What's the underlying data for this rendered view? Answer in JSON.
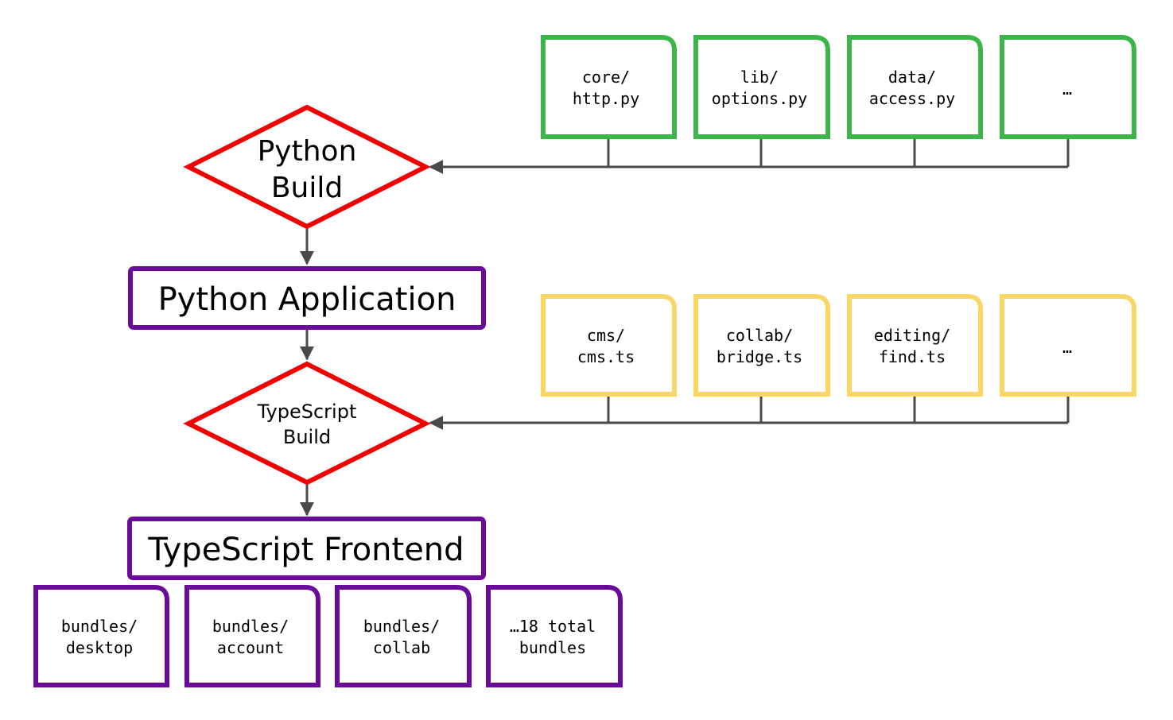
{
  "colors": {
    "python_files": "#3cb54a",
    "typescript_files": "#fad664",
    "build_step": "#f20000",
    "output": "#6a0a9b",
    "connector": "#4a4a4a"
  },
  "python_build": {
    "line1": "Python",
    "line2": "Build"
  },
  "python_application": {
    "label": "Python Application"
  },
  "typescript_build": {
    "line1": "TypeScript",
    "line2": "Build"
  },
  "typescript_frontend": {
    "label": "TypeScript Frontend"
  },
  "python_files": [
    {
      "line1": "core/",
      "line2": "http.py"
    },
    {
      "line1": "lib/",
      "line2": "options.py"
    },
    {
      "line1": "data/",
      "line2": "access.py"
    },
    {
      "line1": "…",
      "line2": ""
    }
  ],
  "typescript_files": [
    {
      "line1": "cms/",
      "line2": "cms.ts"
    },
    {
      "line1": "collab/",
      "line2": "bridge.ts"
    },
    {
      "line1": "editing/",
      "line2": "find.ts"
    },
    {
      "line1": "…",
      "line2": ""
    }
  ],
  "bundles": [
    {
      "line1": "bundles/",
      "line2": "desktop"
    },
    {
      "line1": "bundles/",
      "line2": "account"
    },
    {
      "line1": "bundles/",
      "line2": "collab"
    },
    {
      "line1": "…18 total",
      "line2": "bundles"
    }
  ]
}
